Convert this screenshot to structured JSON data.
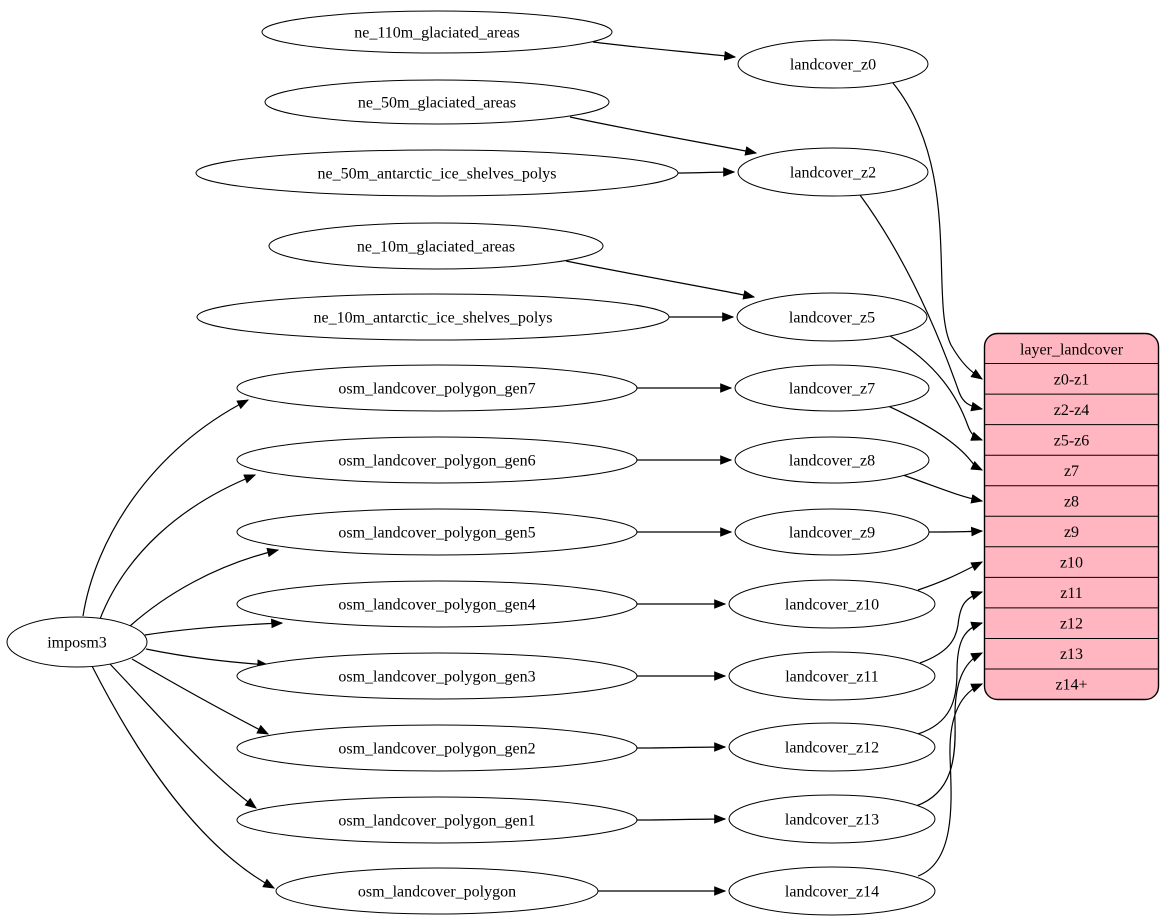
{
  "diagram": {
    "root": "imposm3",
    "sources": [
      "ne_110m_glaciated_areas",
      "ne_50m_glaciated_areas",
      "ne_50m_antarctic_ice_shelves_polys",
      "ne_10m_glaciated_areas",
      "ne_10m_antarctic_ice_shelves_polys",
      "osm_landcover_polygon_gen7",
      "osm_landcover_polygon_gen6",
      "osm_landcover_polygon_gen5",
      "osm_landcover_polygon_gen4",
      "osm_landcover_polygon_gen3",
      "osm_landcover_polygon_gen2",
      "osm_landcover_polygon_gen1",
      "osm_landcover_polygon"
    ],
    "landcover": [
      "landcover_z0",
      "landcover_z2",
      "landcover_z5",
      "landcover_z7",
      "landcover_z8",
      "landcover_z9",
      "landcover_z10",
      "landcover_z11",
      "landcover_z12",
      "landcover_z13",
      "landcover_z14"
    ],
    "table": {
      "title": "layer_landcover",
      "rows": [
        "z0-z1",
        "z2-z4",
        "z5-z6",
        "z7",
        "z8",
        "z9",
        "z10",
        "z11",
        "z12",
        "z13",
        "z14+"
      ],
      "fill": "#FFB6C1",
      "stroke": "#000000"
    },
    "colors": {
      "edge": "#000000",
      "node_fill": "#ffffff",
      "node_stroke": "#000000",
      "background": "#ffffff"
    },
    "edges": [
      {
        "from": "imposm3",
        "to": "osm_landcover_polygon_gen7"
      },
      {
        "from": "imposm3",
        "to": "osm_landcover_polygon_gen6"
      },
      {
        "from": "imposm3",
        "to": "osm_landcover_polygon_gen5"
      },
      {
        "from": "imposm3",
        "to": "osm_landcover_polygon_gen4"
      },
      {
        "from": "imposm3",
        "to": "osm_landcover_polygon_gen3"
      },
      {
        "from": "imposm3",
        "to": "osm_landcover_polygon_gen2"
      },
      {
        "from": "imposm3",
        "to": "osm_landcover_polygon_gen1"
      },
      {
        "from": "imposm3",
        "to": "osm_landcover_polygon"
      },
      {
        "from": "ne_110m_glaciated_areas",
        "to": "landcover_z0"
      },
      {
        "from": "ne_50m_glaciated_areas",
        "to": "landcover_z2"
      },
      {
        "from": "ne_50m_antarctic_ice_shelves_polys",
        "to": "landcover_z2"
      },
      {
        "from": "ne_10m_glaciated_areas",
        "to": "landcover_z5"
      },
      {
        "from": "ne_10m_antarctic_ice_shelves_polys",
        "to": "landcover_z5"
      },
      {
        "from": "osm_landcover_polygon_gen7",
        "to": "landcover_z7"
      },
      {
        "from": "osm_landcover_polygon_gen6",
        "to": "landcover_z8"
      },
      {
        "from": "osm_landcover_polygon_gen5",
        "to": "landcover_z9"
      },
      {
        "from": "osm_landcover_polygon_gen4",
        "to": "landcover_z10"
      },
      {
        "from": "osm_landcover_polygon_gen3",
        "to": "landcover_z11"
      },
      {
        "from": "osm_landcover_polygon_gen2",
        "to": "landcover_z12"
      },
      {
        "from": "osm_landcover_polygon_gen1",
        "to": "landcover_z13"
      },
      {
        "from": "osm_landcover_polygon",
        "to": "landcover_z14"
      },
      {
        "from": "landcover_z0",
        "to": "layer_landcover:z0-z1"
      },
      {
        "from": "landcover_z2",
        "to": "layer_landcover:z2-z4"
      },
      {
        "from": "landcover_z5",
        "to": "layer_landcover:z5-z6"
      },
      {
        "from": "landcover_z7",
        "to": "layer_landcover:z7"
      },
      {
        "from": "landcover_z8",
        "to": "layer_landcover:z8"
      },
      {
        "from": "landcover_z9",
        "to": "layer_landcover:z9"
      },
      {
        "from": "landcover_z10",
        "to": "layer_landcover:z10"
      },
      {
        "from": "landcover_z11",
        "to": "layer_landcover:z11"
      },
      {
        "from": "landcover_z12",
        "to": "layer_landcover:z12"
      },
      {
        "from": "landcover_z13",
        "to": "layer_landcover:z13"
      },
      {
        "from": "landcover_z14",
        "to": "layer_landcover:z14+"
      }
    ]
  }
}
